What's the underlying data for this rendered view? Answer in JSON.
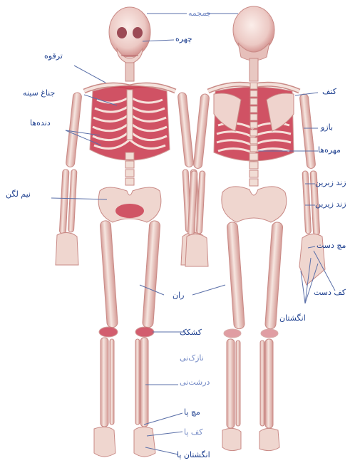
{
  "labels": {
    "skull": "جمجمه",
    "face": "چهره",
    "clavicle": "ترقوه",
    "sternum": "جناغ سینه",
    "ribs": "دنده‌ها",
    "pelvis": "نیم لگن",
    "scapula": "کتف",
    "humerus": "بازو",
    "vertebrae": "مهره‌ها",
    "ulna": "زند زبرین",
    "radius": "زند زیرین",
    "wrist": "مچ دست",
    "palm": "کف دست",
    "fingers": "انگشتان",
    "femur": "ران",
    "patella": "کشکک",
    "fibula": "نازک‌نی",
    "tibia": "درشت‌نی",
    "ankle": "مچ پا",
    "sole": "کف پا",
    "toes": "انگشتان پا"
  },
  "colors": {
    "bone": "#f1ddd5",
    "bone_edge": "#c98a86",
    "muscle": "#c8354a",
    "line": "#5a6fa8",
    "text": "#1d3f8f"
  }
}
